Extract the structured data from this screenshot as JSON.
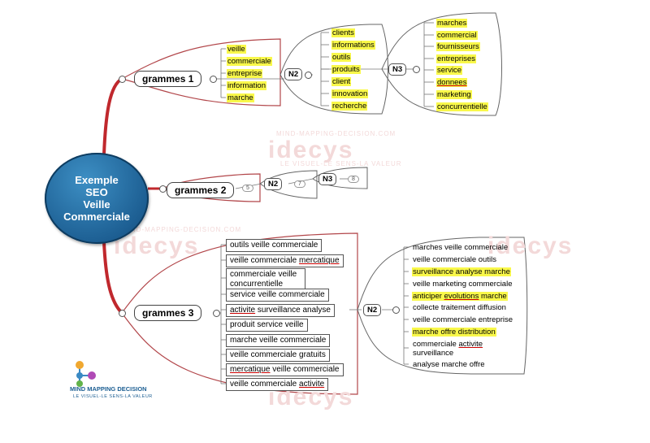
{
  "watermark": {
    "brand": "idecys",
    "site": "MIND-MAPPING-DECISION.COM",
    "tagline": "LE VISUEL-LE SENS-LA VALEUR"
  },
  "central": {
    "line1": "Exemple",
    "line2": "SEO",
    "line3": "Veille",
    "line4": "Commerciale",
    "color": "#1d5f93"
  },
  "branches": {
    "b1": {
      "label": "grammes 1",
      "keywords": [
        "veille",
        "commerciale",
        "entreprise",
        "information",
        "marche"
      ],
      "n2": {
        "label": "N2",
        "keywords": [
          "clients",
          "informations",
          "outils",
          "produits",
          "client",
          "innovation",
          "recherche"
        ],
        "n3": {
          "label": "N3",
          "keywords": [
            "marches",
            "commercial",
            "fournisseurs",
            "entreprises",
            "service",
            "donnees",
            "marketing",
            "concurrentielle"
          ]
        }
      }
    },
    "b2": {
      "label": "grammes 2",
      "count": "5",
      "n2": {
        "label": "N2",
        "count": "7"
      },
      "n3": {
        "label": "N3",
        "count": "8"
      }
    },
    "b3": {
      "label": "grammes 3",
      "phrases": [
        "outils veille commerciale",
        "veille commerciale mercatique",
        "commerciale veille concurrentielle",
        "service veille commerciale",
        "activite surveillance analyse",
        "produit service veille",
        "marche veille commerciale",
        "veille commerciale gratuits",
        "mercatique veille commerciale",
        "veille commerciale activite"
      ],
      "n2": {
        "label": "N2",
        "phrases": [
          "marches veille commerciale",
          "veille commerciale outils",
          "surveillance analyse marche",
          "veille marketing commerciale",
          "anticiper evolutions marche",
          "collecte traitement diffusion",
          "veille commerciale entreprise",
          "marche offre distribution",
          "commerciale activite surveillance",
          "analyse marche offre"
        ]
      }
    }
  },
  "logo": {
    "name": "MIND MAPPING DECISION",
    "tagline": "LE VISUEL-LE SENS-LA VALEUR"
  },
  "colors": {
    "branch_red": "#c0282d",
    "highlight": "#f9f84a",
    "central_blue": "#1d5f93"
  }
}
